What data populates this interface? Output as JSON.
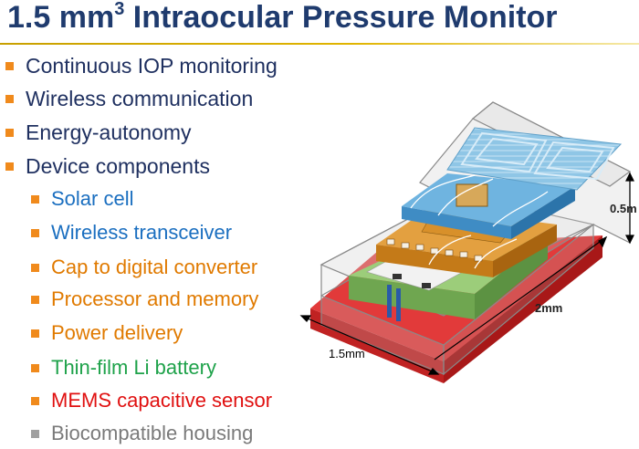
{
  "slide": {
    "title_main": "1.5 mm",
    "title_sup": "3",
    "title_rest": " Intraocular Pressure Monitor",
    "bullets": [
      "Continuous IOP monitoring",
      "Wireless communication",
      "Energy-autonomy",
      "Device components"
    ],
    "sub_bullets": [
      {
        "label": "Solar cell",
        "color": "#1b6fc0"
      },
      {
        "label": "Wireless transceiver",
        "color": "#1b6fc0"
      },
      {
        "label": "Cap to digital converter",
        "color": "#e07a00"
      },
      {
        "label": "Processor and memory",
        "color": "#e07a00"
      },
      {
        "label": "Power delivery",
        "color": "#e07a00"
      },
      {
        "label": "Thin-film Li battery",
        "color": "#1ea24a"
      },
      {
        "label": "MEMS capacitive sensor",
        "color": "#e01010"
      },
      {
        "label": "Biocompatible housing",
        "color": "#7a7a7a"
      }
    ],
    "bullet_color": "#f08a1c",
    "title_color": "#1f3b6e"
  },
  "diagram": {
    "dim_width": "1.5mm",
    "dim_length": "2mm",
    "dim_height": "0.5m"
  }
}
